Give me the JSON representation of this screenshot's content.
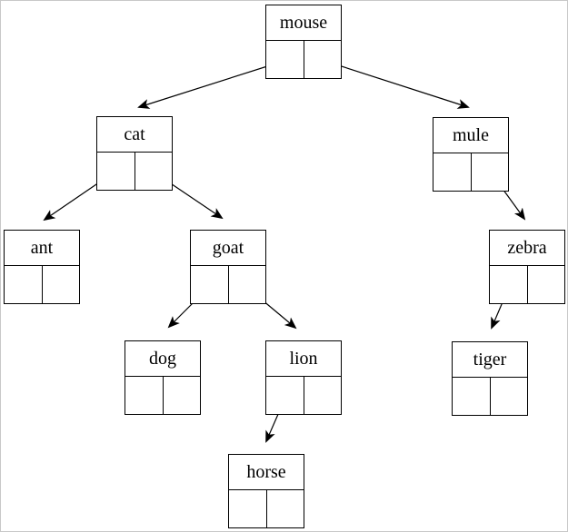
{
  "diagram": {
    "type": "binary-tree",
    "root": "mouse",
    "nodes": [
      {
        "id": "mouse",
        "label": "mouse",
        "left_child": "cat",
        "right_child": "mule"
      },
      {
        "id": "cat",
        "label": "cat",
        "left_child": "ant",
        "right_child": "goat"
      },
      {
        "id": "mule",
        "label": "mule",
        "left_child": null,
        "right_child": "zebra"
      },
      {
        "id": "ant",
        "label": "ant",
        "left_child": null,
        "right_child": null
      },
      {
        "id": "goat",
        "label": "goat",
        "left_child": "dog",
        "right_child": "lion"
      },
      {
        "id": "zebra",
        "label": "zebra",
        "left_child": "tiger",
        "right_child": null
      },
      {
        "id": "dog",
        "label": "dog",
        "left_child": null,
        "right_child": null
      },
      {
        "id": "lion",
        "label": "lion",
        "left_child": "horse",
        "right_child": null
      },
      {
        "id": "tiger",
        "label": "tiger",
        "left_child": null,
        "right_child": null
      },
      {
        "id": "horse",
        "label": "horse",
        "left_child": null,
        "right_child": null
      }
    ],
    "edges": [
      {
        "from": "mouse",
        "from_cell": "left",
        "to": "cat"
      },
      {
        "from": "mouse",
        "from_cell": "right",
        "to": "mule"
      },
      {
        "from": "cat",
        "from_cell": "left",
        "to": "ant"
      },
      {
        "from": "cat",
        "from_cell": "right",
        "to": "goat"
      },
      {
        "from": "mule",
        "from_cell": "right",
        "to": "zebra"
      },
      {
        "from": "goat",
        "from_cell": "left",
        "to": "dog"
      },
      {
        "from": "goat",
        "from_cell": "right",
        "to": "lion"
      },
      {
        "from": "zebra",
        "from_cell": "left",
        "to": "tiger"
      },
      {
        "from": "lion",
        "from_cell": "left",
        "to": "horse"
      }
    ],
    "colors": {
      "line": "#000000",
      "box_border": "#000000",
      "background": "#ffffff",
      "frame_border": "#c8c8c8"
    }
  }
}
